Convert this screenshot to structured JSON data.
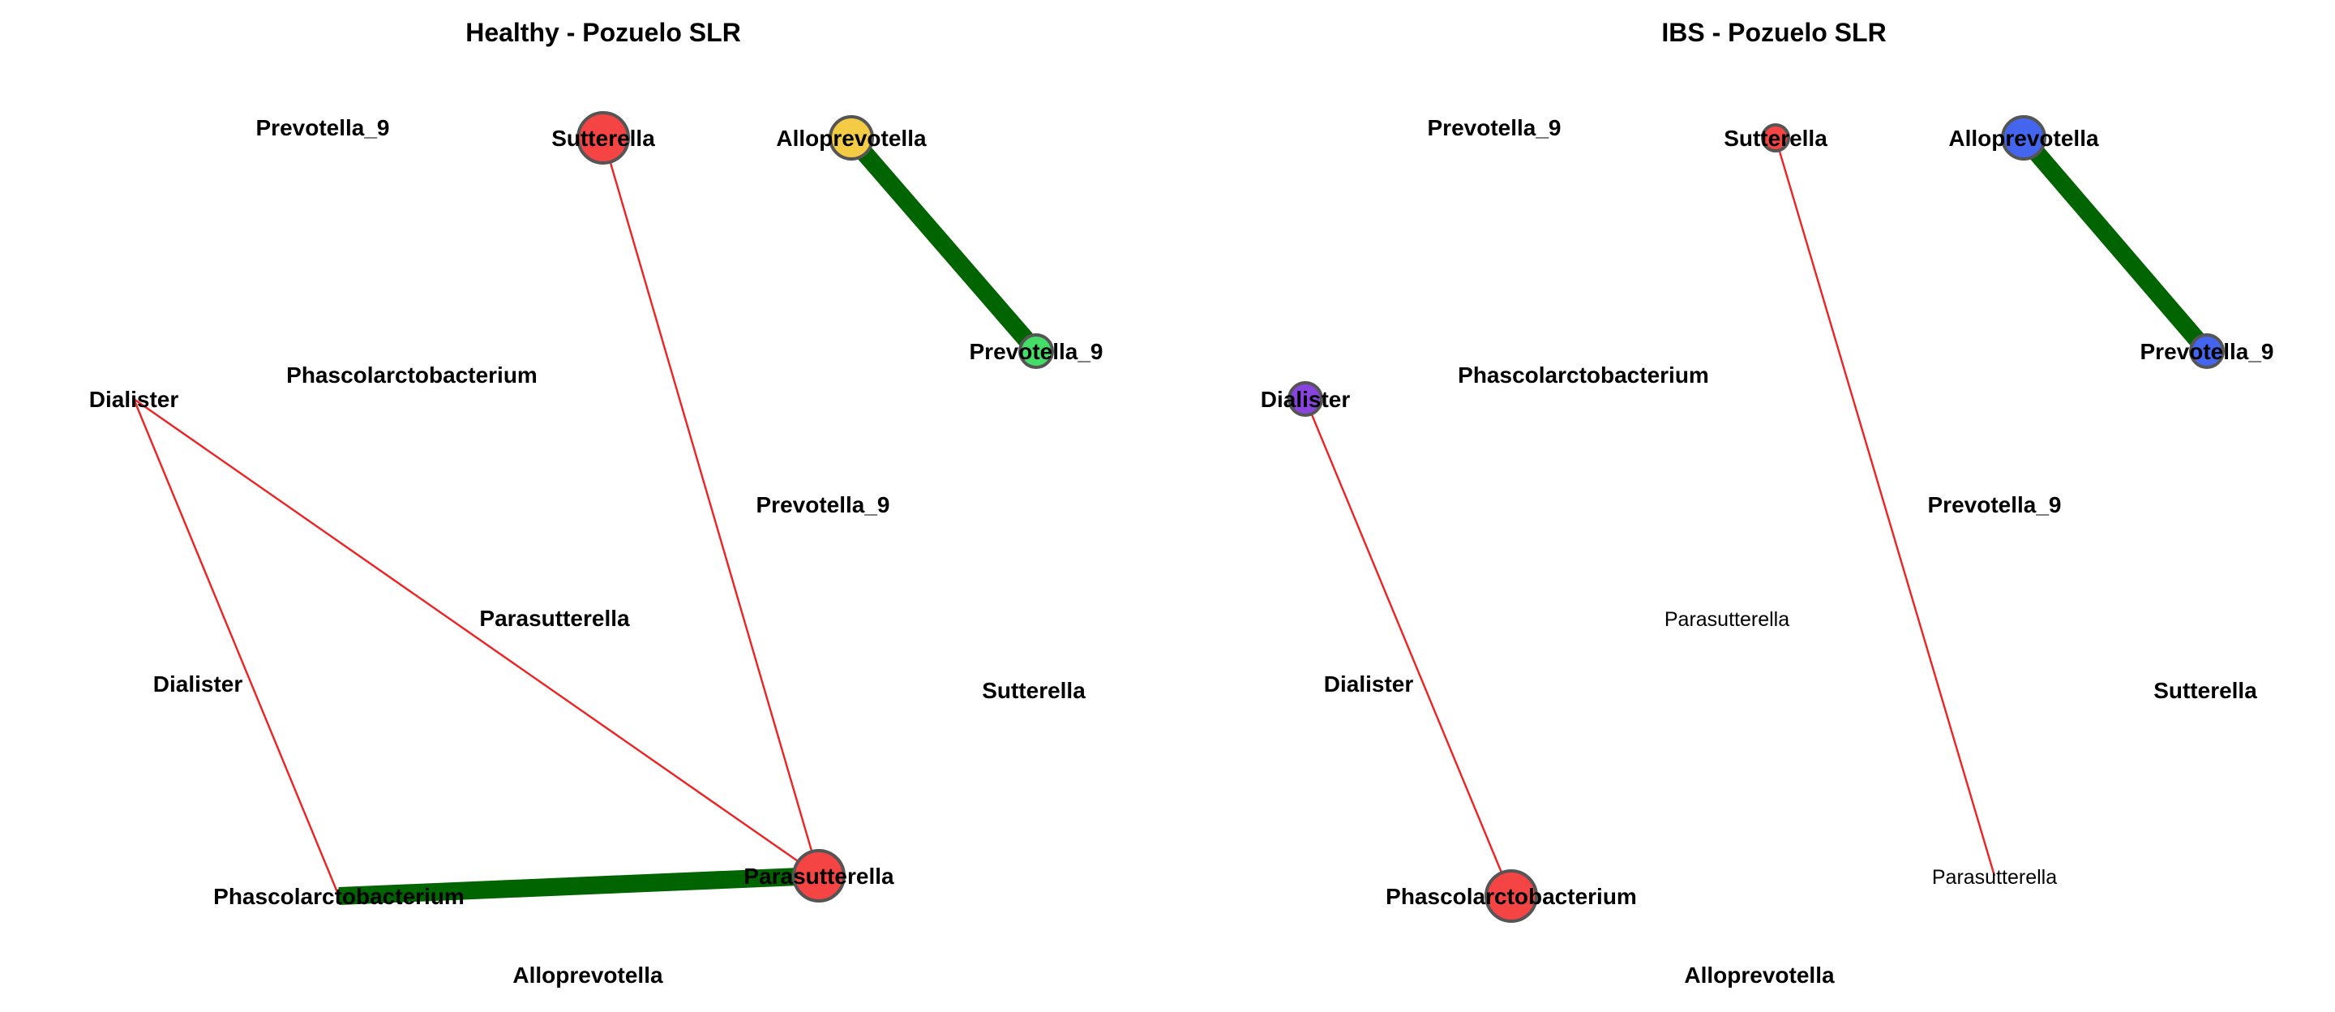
{
  "colors": {
    "positive_edge": "#006400",
    "negative_edge": "#ee2222",
    "node_outline": "#555555",
    "red": "#f44444",
    "yellow": "#f3cb45",
    "green": "#44dd66",
    "blue": "#4466ee",
    "purple": "#8844dd"
  },
  "panels": [
    {
      "id": "healthy",
      "title": "Healthy - Pozuelo SLR",
      "nodes": [
        {
          "label": "Prevotella_9",
          "bold": true
        },
        {
          "label": "Sutterella",
          "bold": true,
          "color": "red",
          "size": "large"
        },
        {
          "label": "Alloprevotella",
          "bold": true,
          "color": "yellow",
          "size": "medium"
        },
        {
          "label": "Prevotella_9",
          "bold": true,
          "color": "green",
          "size": "small"
        },
        {
          "label": "Phascolarctobacterium",
          "bold": true
        },
        {
          "label": "Dialister",
          "bold": true
        },
        {
          "label": "Prevotella_9",
          "bold": true
        },
        {
          "label": "Parasutterella",
          "bold": true
        },
        {
          "label": "Dialister",
          "bold": true
        },
        {
          "label": "Sutterella",
          "bold": true
        },
        {
          "label": "Phascolarctobacterium",
          "bold": true
        },
        {
          "label": "Parasutterella",
          "bold": true,
          "color": "red",
          "size": "large"
        },
        {
          "label": "Alloprevotella",
          "bold": true
        }
      ],
      "edges": [
        {
          "from": 2,
          "to": 3,
          "sign": "positive",
          "weight": "strong"
        },
        {
          "from": 10,
          "to": 11,
          "sign": "positive",
          "weight": "strong"
        },
        {
          "from": 1,
          "to": 11,
          "sign": "negative",
          "weight": "thin"
        },
        {
          "from": 5,
          "to": 11,
          "sign": "negative",
          "weight": "thin"
        },
        {
          "from": 5,
          "to": 10,
          "sign": "negative",
          "weight": "thin"
        }
      ]
    },
    {
      "id": "ibs",
      "title": "IBS - Pozuelo SLR",
      "nodes": [
        {
          "label": "Prevotella_9",
          "bold": true
        },
        {
          "label": "Sutterella",
          "bold": true,
          "color": "red",
          "size": "tiny"
        },
        {
          "label": "Alloprevotella",
          "bold": true,
          "color": "blue",
          "size": "medium"
        },
        {
          "label": "Prevotella_9",
          "bold": true,
          "color": "blue",
          "size": "small"
        },
        {
          "label": "Phascolarctobacterium",
          "bold": true
        },
        {
          "label": "Dialister",
          "bold": true,
          "color": "purple",
          "size": "small"
        },
        {
          "label": "Prevotella_9",
          "bold": true
        },
        {
          "label": "Parasutterella",
          "bold": false
        },
        {
          "label": "Dialister",
          "bold": true
        },
        {
          "label": "Sutterella",
          "bold": true
        },
        {
          "label": "Phascolarctobacterium",
          "bold": true,
          "color": "red",
          "size": "large"
        },
        {
          "label": "Parasutterella",
          "bold": false
        },
        {
          "label": "Alloprevotella",
          "bold": true
        }
      ],
      "edges": [
        {
          "from": 2,
          "to": 3,
          "sign": "positive",
          "weight": "strong"
        },
        {
          "from": 1,
          "to": 11,
          "sign": "negative",
          "weight": "thin"
        },
        {
          "from": 5,
          "to": 10,
          "sign": "negative",
          "weight": "thin"
        }
      ]
    }
  ]
}
